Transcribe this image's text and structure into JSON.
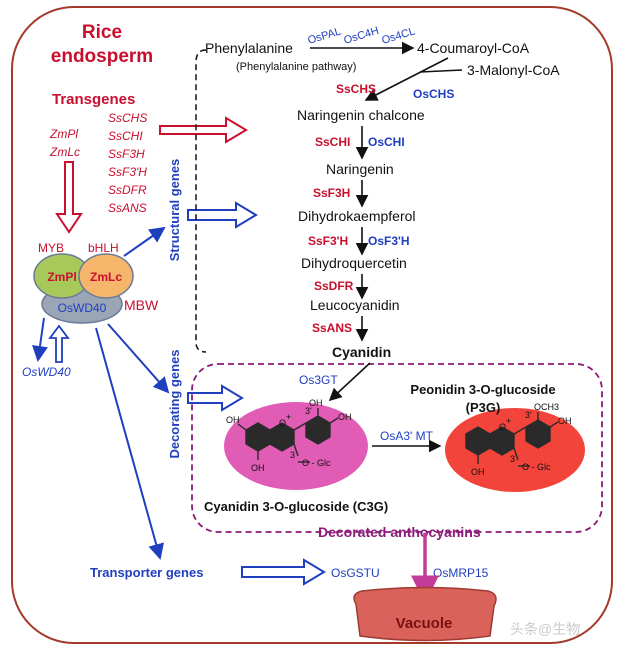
{
  "container": {
    "title_line1": "Rice",
    "title_line2": "endosperm"
  },
  "transgenes": {
    "title": "Transgenes",
    "left": [
      "ZmPl",
      "ZmLc"
    ],
    "right": [
      "SsCHS",
      "SsCHI",
      "SsF3H",
      "SsF3'H",
      "SsDFR",
      "SsANS"
    ]
  },
  "mbw": {
    "myb": "MYB",
    "bhlh": "bHLH",
    "zmpl": "ZmPl",
    "zmlc": "ZmLc",
    "wd40": "OsWD40",
    "complex": "MBW",
    "below": "OsWD40"
  },
  "categories": {
    "structural": "Structural genes",
    "decorating": "Decorating genes",
    "transporter": "Transporter genes"
  },
  "pathway": {
    "phenylalanine": "Phenylalanine",
    "phe_pathway": "(Phenylalanine pathway)",
    "enzymes_top": [
      "OsPAL",
      "OsC4H",
      "Os4CL"
    ],
    "coumaroyl": "4-Coumaroyl-CoA",
    "malonyl": "3-Malonyl-CoA",
    "steps": [
      {
        "product": "Naringenin chalcone",
        "ss": "SsCHS",
        "os": "OsCHS"
      },
      {
        "product": "Naringenin",
        "ss": "SsCHI",
        "os": "OsCHI"
      },
      {
        "product": "Dihydrokaempferol",
        "ss": "SsF3H",
        "os": ""
      },
      {
        "product": "Dihydroquercetin",
        "ss": "SsF3'H",
        "os": "OsF3'H"
      },
      {
        "product": "Leucocyanidin",
        "ss": "SsDFR",
        "os": ""
      },
      {
        "product": "Cyanidin",
        "ss": "SsANS",
        "os": ""
      }
    ]
  },
  "decorated": {
    "os3gt": "Os3GT",
    "osa3mt": "OsA3' MT",
    "c3g": "Cyanidin 3-O-glucoside (C3G)",
    "p3g_line1": "Peonidin 3-O-glucoside",
    "p3g_line2": "(P3G)",
    "box_label": "Decorated anthocyanins",
    "struct_labels": {
      "oh": "OH",
      "o_plus": "O",
      "plus": "+",
      "three_prime": "3'",
      "three": "3",
      "o_glc": "O - Glc",
      "och3": "OCH3"
    }
  },
  "transport": {
    "osgstu": "OsGSTU",
    "osmrp15": "OsMRP15",
    "vacuole": "Vacuole"
  },
  "watermark": "头条@生物",
  "colors": {
    "red": "#c8102e",
    "blue": "#1f3fbf",
    "purple": "#8b1a7a",
    "magenta": "#c43c9a",
    "pink_blob": "#e05cb5",
    "red_blob": "#f2443a",
    "vacuole": "#d9625a",
    "green": "#a6c95a",
    "orange": "#f5b56a",
    "gray": "#9aa5b6"
  }
}
